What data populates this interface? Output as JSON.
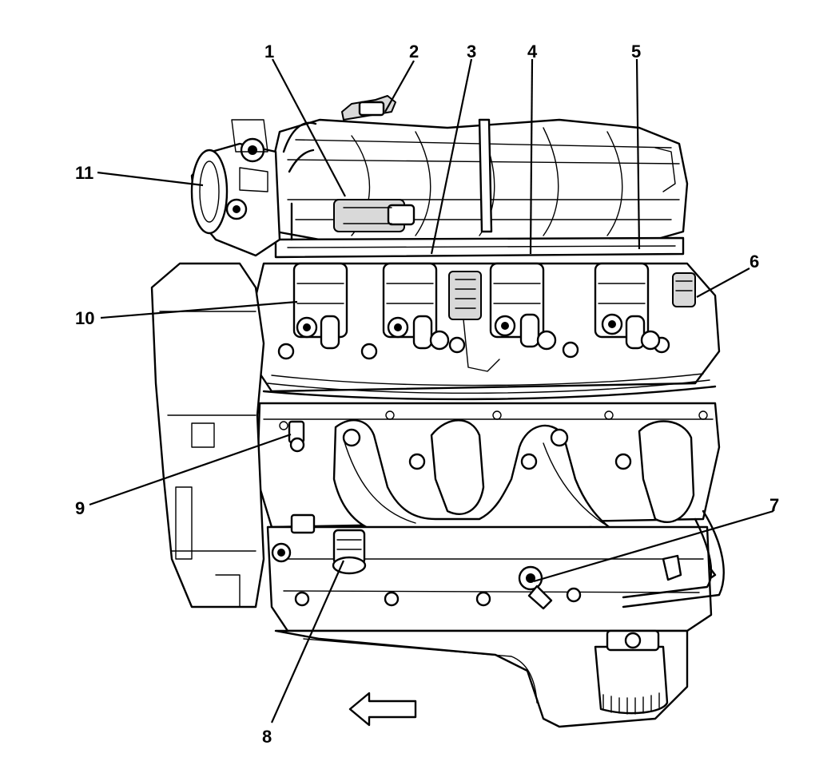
{
  "callouts": [
    {
      "id": "1",
      "label": "1"
    },
    {
      "id": "2",
      "label": "2"
    },
    {
      "id": "3",
      "label": "3"
    },
    {
      "id": "4",
      "label": "4"
    },
    {
      "id": "5",
      "label": "5"
    },
    {
      "id": "6",
      "label": "6"
    },
    {
      "id": "7",
      "label": "7"
    },
    {
      "id": "8",
      "label": "8"
    },
    {
      "id": "9",
      "label": "9"
    },
    {
      "id": "10",
      "label": "10"
    },
    {
      "id": "11",
      "label": "11"
    }
  ],
  "front_indicator_icon": "arrow-left-icon"
}
